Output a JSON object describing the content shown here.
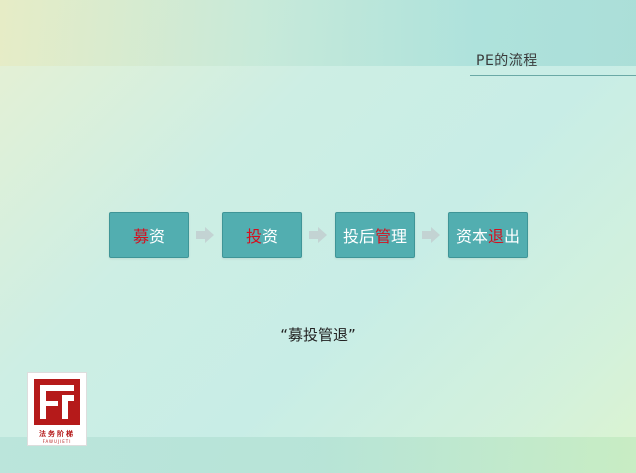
{
  "slide": {
    "title": "PE的流程",
    "steps": [
      {
        "pre": "",
        "hl": "募",
        "post": "资"
      },
      {
        "pre": "",
        "hl": "投",
        "post": "资"
      },
      {
        "pre": "投后",
        "hl": "管",
        "post": "理"
      },
      {
        "pre": "资本",
        "hl": "退",
        "post": "出"
      }
    ],
    "slogan": "“募投管退”",
    "logo": {
      "name": "法务阶梯",
      "sub": "FAWUJIETI"
    }
  },
  "colors": {
    "step_bg": "#52aeb0",
    "highlight": "#d4101f",
    "arrow": "#c3d3d3",
    "logo_red": "#b51a1a"
  }
}
